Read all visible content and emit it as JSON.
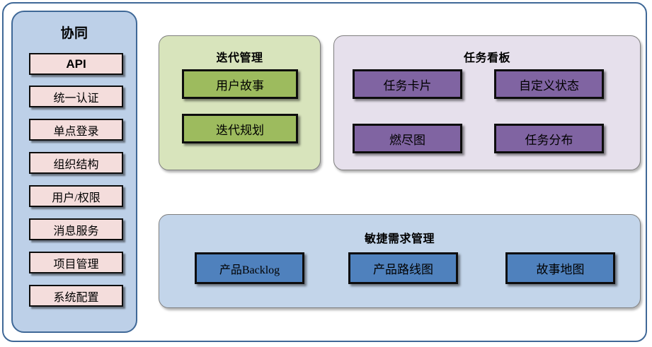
{
  "diagram": {
    "colors": {
      "outer_border": "#3f6897",
      "sidebar_bg": "#bdd0e8",
      "sidebar_item_bg": "#f4dddc",
      "iteration_panel_bg": "#d8e4bc",
      "iteration_item_bg": "#9dbb5e",
      "taskboard_panel_bg": "#e6e0ec",
      "taskboard_item_bg": "#8064a2",
      "agile_panel_bg": "#c3d5ea",
      "agile_item_bg": "#4f81bd",
      "item_border": "#0d0d0d"
    }
  },
  "sidebar": {
    "title": "协同",
    "items": [
      {
        "label": "API"
      },
      {
        "label": "统一认证"
      },
      {
        "label": "单点登录"
      },
      {
        "label": "组织结构"
      },
      {
        "label": "用户/权限"
      },
      {
        "label": "消息服务"
      },
      {
        "label": "项目管理"
      },
      {
        "label": "系统配置"
      }
    ]
  },
  "iteration": {
    "title": "迭代管理",
    "items": [
      {
        "label": "用户故事"
      },
      {
        "label": "迭代规划"
      }
    ]
  },
  "taskboard": {
    "title": "任务看板",
    "items": [
      {
        "label": "任务卡片"
      },
      {
        "label": "自定义状态"
      },
      {
        "label": "燃尽图"
      },
      {
        "label": "任务分布"
      }
    ]
  },
  "agile": {
    "title": "敏捷需求管理",
    "items": [
      {
        "label": "产品Backlog"
      },
      {
        "label": "产品路线图"
      },
      {
        "label": "故事地图"
      }
    ]
  }
}
